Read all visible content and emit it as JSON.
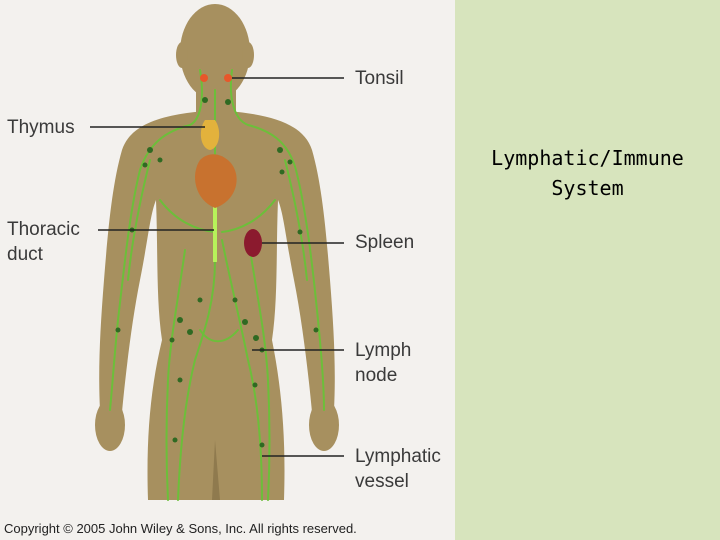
{
  "diagram": {
    "labels": {
      "tonsil": "Tonsil",
      "thymus": "Thymus",
      "thoracic_duct": [
        "Thoracic",
        "duct"
      ],
      "spleen": "Spleen",
      "lymph_node": [
        "Lymph",
        "node"
      ],
      "lymphatic_vessel": [
        "Lymphatic",
        "vessel"
      ]
    },
    "copyright": "Copyright © 2005 John Wiley & Sons, Inc.  All rights reserved.",
    "colors": {
      "body": "#a7905f",
      "lymph_vessel": "#6cbf3a",
      "lymph_node": "#2f6a22",
      "organs": "#c8722f",
      "spleen": "#8b1a2e",
      "background": "#f3f1ee",
      "side_panel": "#d7e4bd"
    }
  },
  "side_panel": {
    "title_line1": "Lymphatic/Immune",
    "title_line2": "System"
  }
}
